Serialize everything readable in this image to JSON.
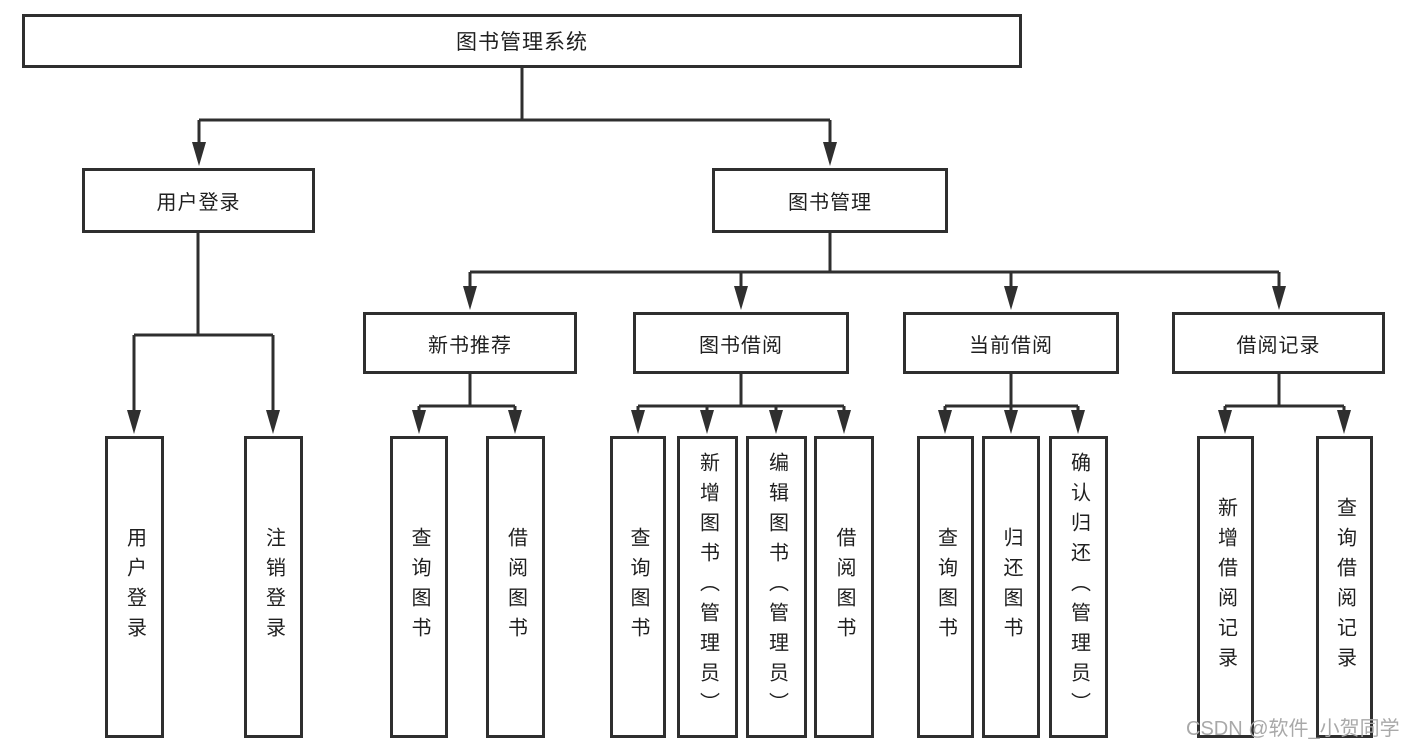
{
  "tree": {
    "root": {
      "label": "图书管理系统"
    },
    "children": [
      {
        "id": "user-login",
        "label": "用户登录",
        "children": [
          {
            "label": "用户登录"
          },
          {
            "label": "注销登录"
          }
        ]
      },
      {
        "id": "book-management",
        "label": "图书管理",
        "children": [
          {
            "id": "new-book-recommend",
            "label": "新书推荐",
            "children": [
              {
                "label": "查询图书"
              },
              {
                "label": "借阅图书"
              }
            ]
          },
          {
            "id": "book-borrow",
            "label": "图书借阅",
            "children": [
              {
                "label": "查询图书"
              },
              {
                "label": "新增图书（管理员）"
              },
              {
                "label": "编辑图书（管理员）"
              },
              {
                "label": "借阅图书"
              }
            ]
          },
          {
            "id": "current-borrow",
            "label": "当前借阅",
            "children": [
              {
                "label": "查询图书"
              },
              {
                "label": "归还图书"
              },
              {
                "label": "确认归还（管理员）"
              }
            ]
          },
          {
            "id": "borrow-records",
            "label": "借阅记录",
            "children": [
              {
                "label": "新增借阅记录"
              },
              {
                "label": "查询借阅记录"
              }
            ]
          }
        ]
      }
    ]
  },
  "watermark": {
    "text": "CSDN @软件_小贺同学"
  },
  "colors": {
    "line": "#2f2f2f",
    "text": "#1f1f1f",
    "watermark": "#a9a9a9",
    "background": "#ffffff"
  }
}
